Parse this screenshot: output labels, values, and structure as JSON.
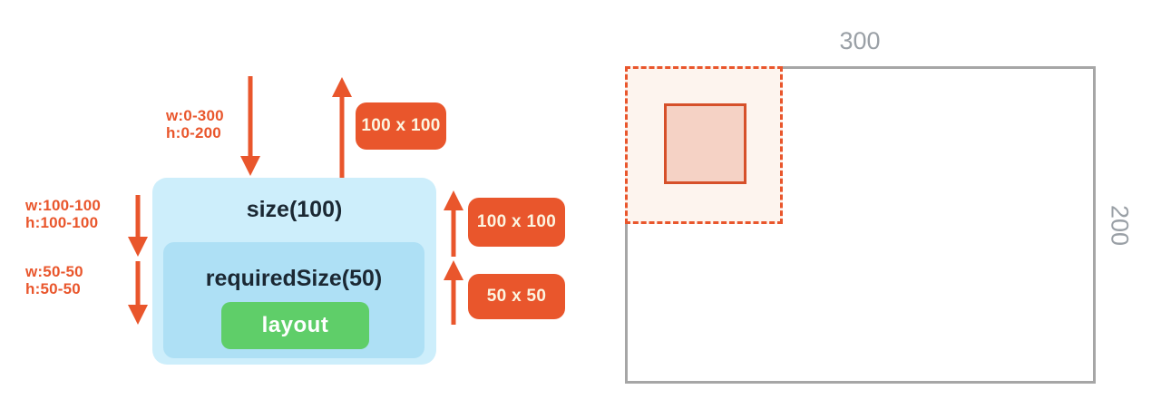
{
  "colors": {
    "orange": "#E9562C",
    "outer-blue": "#CDEEFB",
    "inner-blue": "#AEE0F5",
    "green": "#5FCE69",
    "gray": "#9AA0A6",
    "badge-text": "#FCF4E0",
    "dark": "#1B2833",
    "dashed-fill": "#FDF4EE",
    "solid-fill": "#F5D2C5",
    "solid-border": "#D6502A",
    "rect-border": "#A6A6A6"
  },
  "modifier_diagram": {
    "incoming_constraints": [
      "w:0-300",
      "h:0-200"
    ],
    "measured_size_out": "100 x 100",
    "size_modifier": {
      "label": "size(100)",
      "constraints": [
        "w:100-100",
        "h:100-100"
      ],
      "measured_size": "100 x 100"
    },
    "required_size_modifier": {
      "label": "requiredSize(50)",
      "constraints": [
        "w:50-50",
        "h:50-50"
      ],
      "measured_size": "50 x 50"
    },
    "layout_label": "layout"
  },
  "result_diagram": {
    "parent_width": "300",
    "parent_height": "200"
  }
}
